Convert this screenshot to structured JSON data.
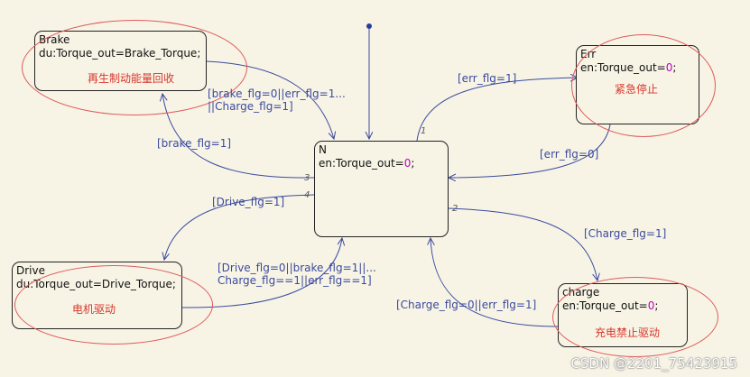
{
  "states": {
    "brake": {
      "name": "Brake",
      "action": "du:Torque_out=Brake_Torque;",
      "note": "再生制动能量回收"
    },
    "err": {
      "name": "Err",
      "action_prefix": "en:Torque_out=",
      "action_value": "0",
      "action_suffix": ";",
      "note": "紧急停止"
    },
    "n": {
      "name": "N",
      "action_prefix": "en:Torque_out=",
      "action_value": "0",
      "action_suffix": ";"
    },
    "drive": {
      "name": "Drive",
      "action": "du:Torque_out=Drive_Torque;",
      "note": "电机驱动"
    },
    "charge": {
      "name": "charge",
      "action_prefix": "en:Torque_out=",
      "action_value": "0",
      "action_suffix": ";",
      "note": "充电禁止驱动"
    }
  },
  "transitions": {
    "n_to_err": "[err_flg=1]",
    "err_to_n": "[err_flg=0]",
    "n_to_brake": "[brake_flg=1]",
    "brake_to_n_line1": "[brake_flg=0||err_flg=1...",
    "brake_to_n_line2": "||Charge_flg=1]",
    "n_to_drive": "[Drive_flg=1]",
    "drive_to_n_line1": "[Drive_flg=0||brake_flg=1||...",
    "drive_to_n_line2": "Charge_flg==1||err_flg==1]",
    "n_to_charge": "[Charge_flg=1]",
    "charge_to_n": "[Charge_flg=0||err_flg=1]"
  },
  "transition_numbers": {
    "t1": "1",
    "t2": "2",
    "t3": "3",
    "t4": "4"
  },
  "watermark": "CSDN @2201_75423915",
  "colors": {
    "background": "#f7f4e6",
    "arrow": "#3b4a9e",
    "note": "#d8362b",
    "highlight": "#e05a5a",
    "value": "#c000c0"
  }
}
